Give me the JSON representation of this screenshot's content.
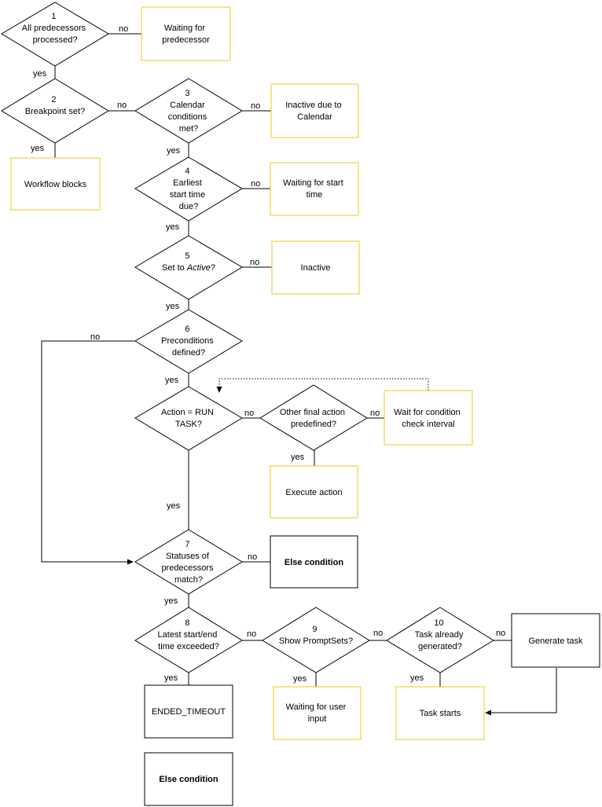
{
  "colors": {
    "decision_border": "#000000",
    "yellow_box": "#f5c518",
    "black_box": "#000000",
    "line": "#000000"
  },
  "decisions": [
    {
      "id": "d1",
      "lines": [
        "1",
        "All predecessors",
        "processed?"
      ]
    },
    {
      "id": "d2",
      "lines": [
        "2",
        "Breakpoint set?"
      ]
    },
    {
      "id": "d3",
      "lines": [
        "3",
        "Calendar",
        "conditions",
        "met?"
      ]
    },
    {
      "id": "d4",
      "lines": [
        "4",
        "Earliest",
        "start time",
        "due?"
      ]
    },
    {
      "id": "d5",
      "lines": [
        "5",
        "Set to Active?"
      ]
    },
    {
      "id": "d6",
      "lines": [
        "6",
        "Preconditions",
        "defined?"
      ]
    },
    {
      "id": "da",
      "lines": [
        "Action = RUN",
        "TASK?"
      ]
    },
    {
      "id": "db",
      "lines": [
        "Other final action",
        "predefined?"
      ]
    },
    {
      "id": "d7",
      "lines": [
        "7",
        "Statuses of",
        "predecessors",
        "match?"
      ]
    },
    {
      "id": "d8",
      "lines": [
        "8",
        "Latest start/end",
        "time exceeded?"
      ]
    },
    {
      "id": "d9",
      "lines": [
        "9",
        "Show PromptSets?"
      ]
    },
    {
      "id": "d10",
      "lines": [
        "10",
        "Task already",
        "generated?"
      ]
    }
  ],
  "d5_parts": {
    "pre": "Set to ",
    "italic": "Active",
    "post": "?"
  },
  "boxes": [
    {
      "id": "b_wait_pred",
      "style": "yellow",
      "lines": [
        "Waiting for",
        "predecessor"
      ]
    },
    {
      "id": "b_wf_blocks",
      "style": "yellow",
      "lines": [
        "Workflow blocks"
      ]
    },
    {
      "id": "b_inactive_cal",
      "style": "yellow",
      "lines": [
        "Inactive due to",
        "Calendar"
      ]
    },
    {
      "id": "b_wait_start",
      "style": "yellow",
      "lines": [
        "Waiting for start",
        "time"
      ]
    },
    {
      "id": "b_inactive",
      "style": "yellow",
      "lines": [
        "Inactive"
      ]
    },
    {
      "id": "b_wait_cond",
      "style": "yellow",
      "lines": [
        "Wait for condition",
        "check interval"
      ]
    },
    {
      "id": "b_exec",
      "style": "yellow",
      "lines": [
        "Execute action"
      ]
    },
    {
      "id": "b_else1",
      "style": "black",
      "bold": true,
      "lines": [
        "Else condition"
      ]
    },
    {
      "id": "b_generate",
      "style": "black",
      "lines": [
        "Generate task"
      ]
    },
    {
      "id": "b_ended",
      "style": "black",
      "lines": [
        "ENDED_TIMEOUT"
      ]
    },
    {
      "id": "b_else2",
      "style": "black",
      "bold": true,
      "lines": [
        "Else condition"
      ]
    },
    {
      "id": "b_wait_input",
      "style": "yellow",
      "lines": [
        "Waiting for user",
        "input"
      ]
    },
    {
      "id": "b_task_starts",
      "style": "yellow",
      "lines": [
        "Task starts"
      ]
    }
  ],
  "edge_labels": [
    {
      "id": "l1",
      "text": "no"
    },
    {
      "id": "l2",
      "text": "yes"
    },
    {
      "id": "l3",
      "text": "no"
    },
    {
      "id": "l4",
      "text": "yes"
    },
    {
      "id": "l5",
      "text": "no"
    },
    {
      "id": "l6",
      "text": "yes"
    },
    {
      "id": "l7",
      "text": "no"
    },
    {
      "id": "l8",
      "text": "yes"
    },
    {
      "id": "l9",
      "text": "no"
    },
    {
      "id": "l10",
      "text": "yes"
    },
    {
      "id": "l11",
      "text": "no"
    },
    {
      "id": "l12",
      "text": "yes"
    },
    {
      "id": "l13",
      "text": "no"
    },
    {
      "id": "l14",
      "text": "no"
    },
    {
      "id": "l15",
      "text": "yes"
    },
    {
      "id": "l16",
      "text": "yes"
    },
    {
      "id": "l17",
      "text": "no"
    },
    {
      "id": "l18",
      "text": "yes"
    },
    {
      "id": "l19",
      "text": "no"
    },
    {
      "id": "l20",
      "text": "yes"
    },
    {
      "id": "l21",
      "text": "no"
    },
    {
      "id": "l22",
      "text": "yes"
    },
    {
      "id": "l23",
      "text": "no"
    },
    {
      "id": "l24",
      "text": "yes"
    }
  ]
}
